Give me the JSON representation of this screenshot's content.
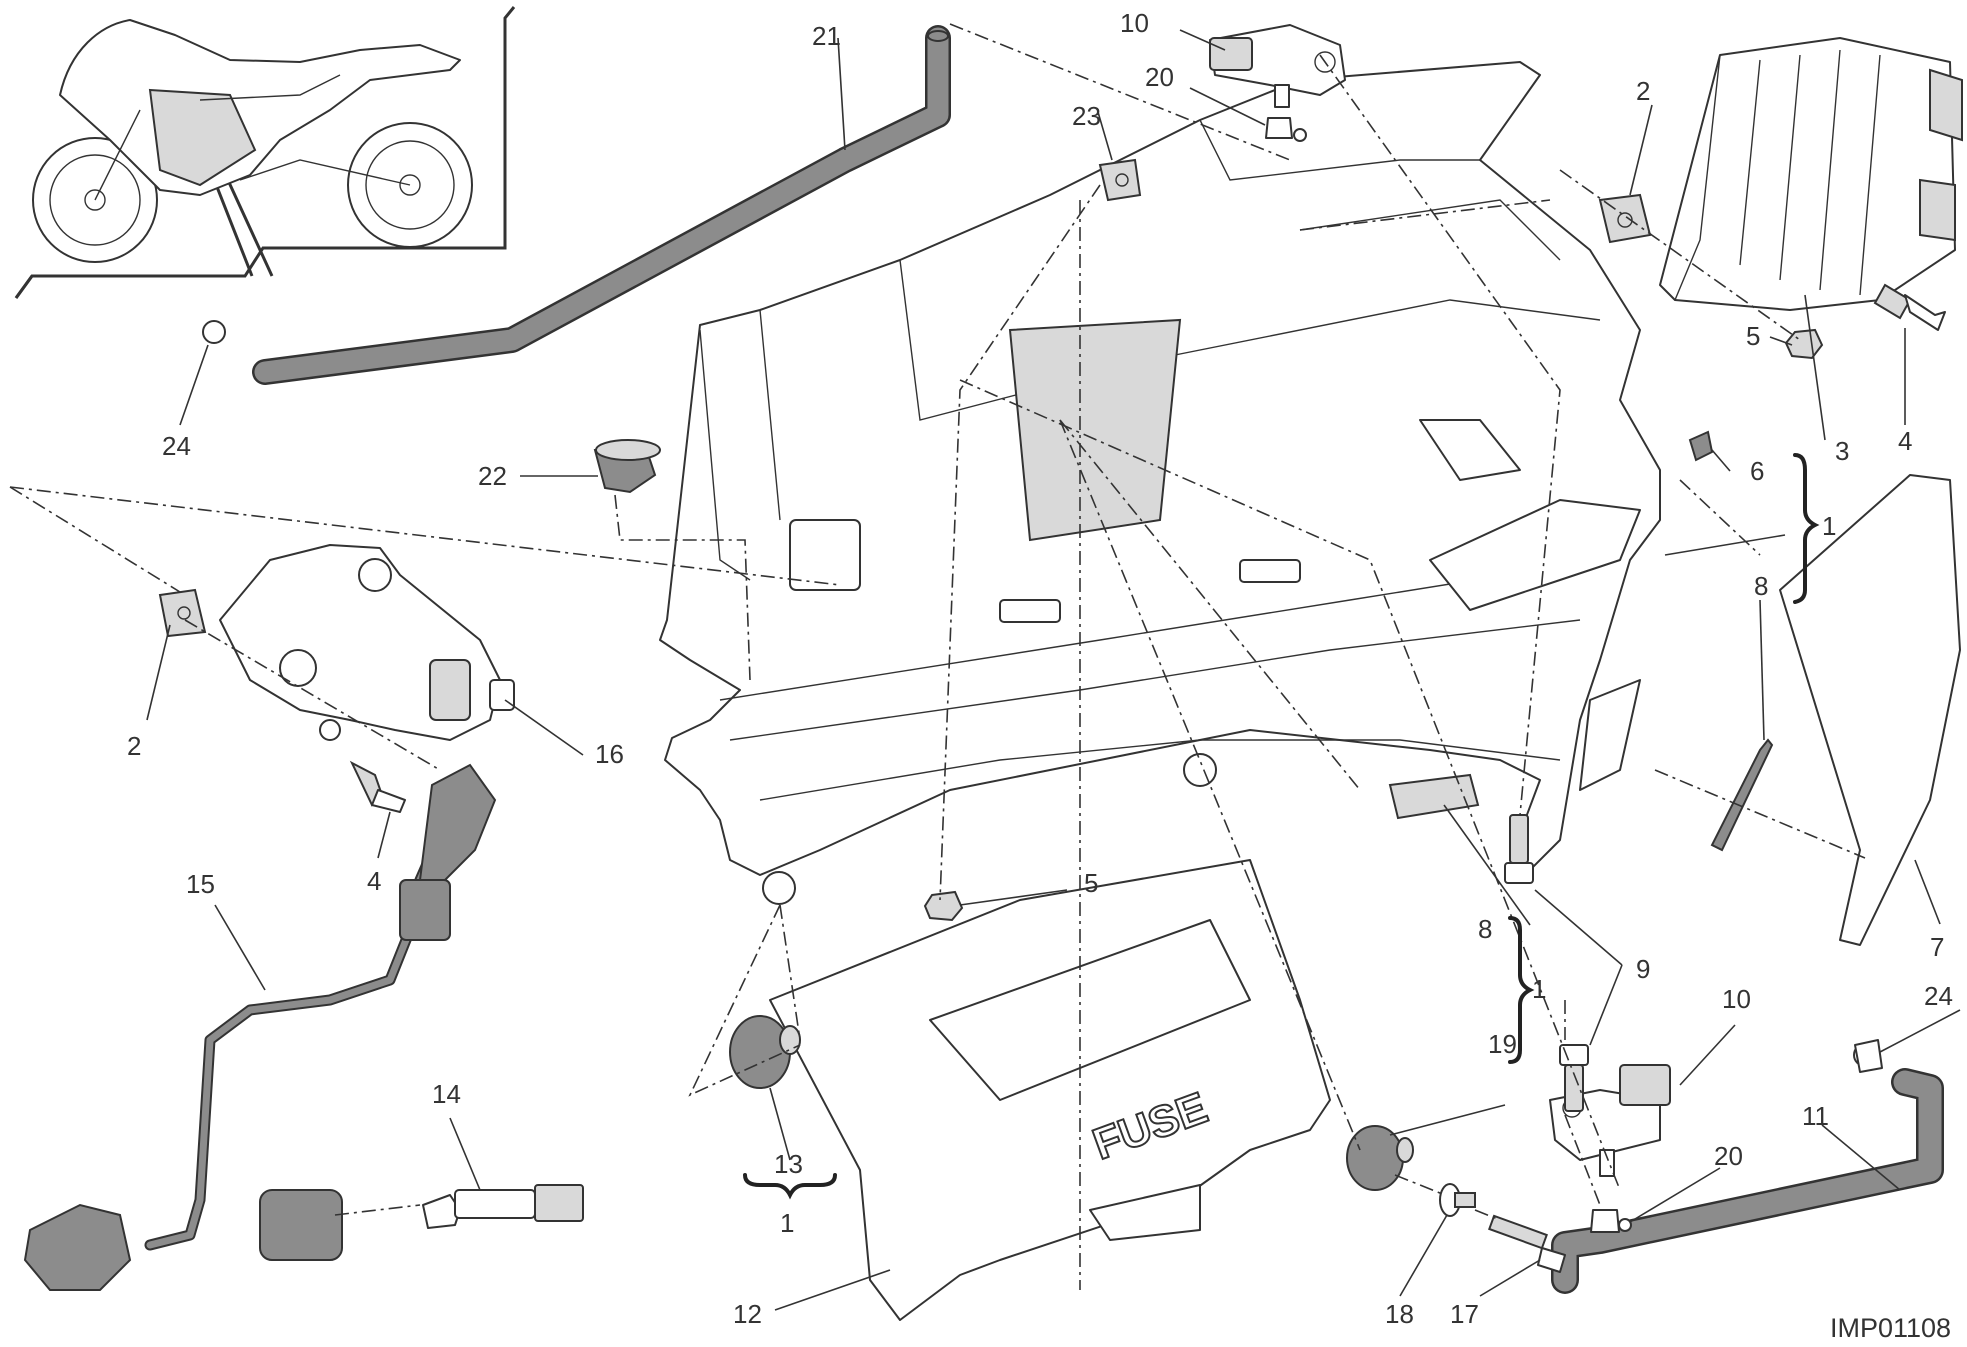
{
  "drawing_code": "IMP01108",
  "fuse_label": "FUSE",
  "callouts": {
    "c1a": "1",
    "c1b": "1",
    "c1c": "1",
    "c2a": "2",
    "c2b": "2",
    "c3": "3",
    "c4a": "4",
    "c4b": "4",
    "c5a": "5",
    "c5b": "5",
    "c6": "6",
    "c7": "7",
    "c8a": "8",
    "c8b": "8",
    "c9": "9",
    "c10a": "10",
    "c10b": "10",
    "c11": "11",
    "c12": "12",
    "c13": "13",
    "c14": "14",
    "c15": "15",
    "c16": "16",
    "c17": "17",
    "c18": "18",
    "c19": "19",
    "c20a": "20",
    "c20b": "20",
    "c21": "21",
    "c22": "22",
    "c23": "23",
    "c24a": "24",
    "c24b": "24"
  },
  "icons": [
    "motorcycle-thumbnail",
    "electrical-support-frame",
    "ecu-unit",
    "ignition-coil",
    "spark-plug",
    "fuse-box-cover",
    "pressure-sensor",
    "vent-hose"
  ]
}
